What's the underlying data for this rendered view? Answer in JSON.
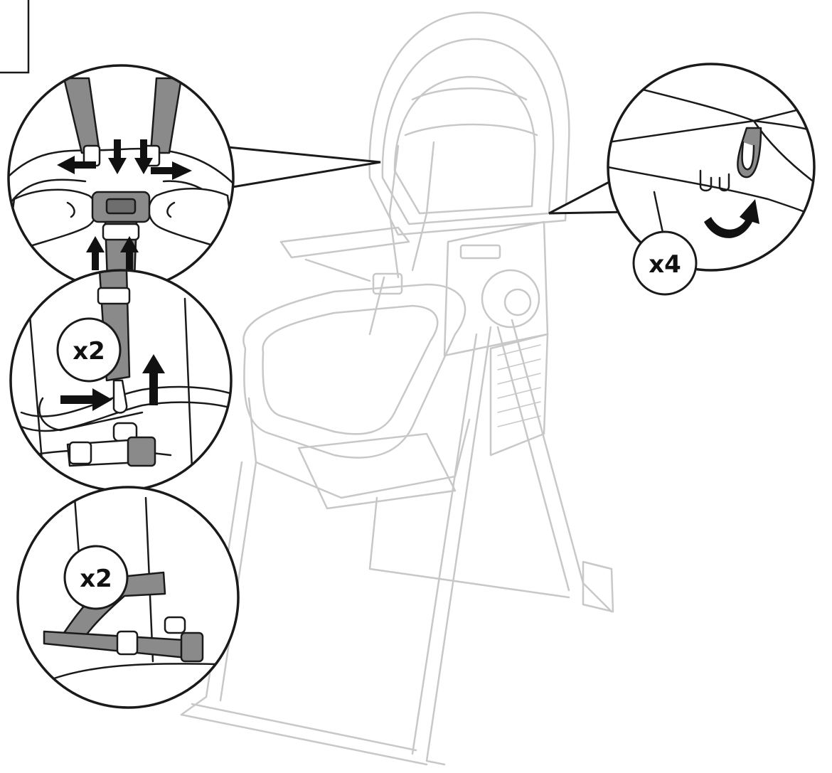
{
  "diagram": {
    "badges": {
      "harness_detail_count": "x2",
      "waist_strap_detail_count": "x2",
      "seat_loop_detail_count": "x4"
    },
    "colors": {
      "ghost_line": "#c8c8c8",
      "line": "#1a1a1a",
      "strap_fill": "#8a8a8a",
      "arrow_fill": "#111111",
      "background": "#ffffff"
    }
  }
}
